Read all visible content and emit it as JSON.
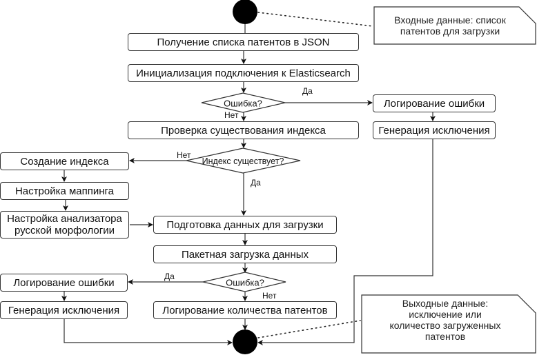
{
  "diagram": {
    "type": "activity-flowchart",
    "start_node": "start",
    "end_node": "end",
    "notes": {
      "input": "Входные данные: список патентов для загрузки",
      "input_lines": [
        "Входные данные: список",
        "патентов для загрузки"
      ],
      "output_lines": [
        "Выходные данные:",
        "исключение или",
        "количество загруженных",
        "патентов"
      ]
    },
    "actions": {
      "get_patents": "Получение списка патентов в JSON",
      "init_connection": "Инициализация подключения к Elasticsearch",
      "log_error_top": "Логирование ошибки",
      "raise_exception_top": "Генерация исключения",
      "check_index": "Проверка существования индекса",
      "create_index": "Создание индекса",
      "configure_mapping": "Настройка маппинга",
      "configure_analyzer_line1": "Настройка анализатора",
      "configure_analyzer_line2": "русской морфологии",
      "prepare_data": "Подготовка данных для загрузки",
      "bulk_upload": "Пакетная загрузка данных",
      "log_error_bottom": "Логирование ошибки",
      "raise_exception_bottom": "Генерация исключения",
      "log_count": "Логирование количества патентов"
    },
    "decisions": {
      "error_connect": "Ошибка?",
      "index_exists": "Индекс существует?",
      "error_upload": "Ошибка?"
    },
    "edge_labels": {
      "yes": "Да",
      "no": "Нет"
    },
    "edges": [
      {
        "from": "start",
        "to": "get_patents"
      },
      {
        "from": "get_patents",
        "to": "init_connection"
      },
      {
        "from": "init_connection",
        "to": "error_connect"
      },
      {
        "from": "error_connect",
        "to": "log_error_top",
        "label": "Да"
      },
      {
        "from": "error_connect",
        "to": "check_index",
        "label": "Нет"
      },
      {
        "from": "log_error_top",
        "to": "raise_exception_top"
      },
      {
        "from": "raise_exception_top",
        "to": "end"
      },
      {
        "from": "check_index",
        "to": "index_exists"
      },
      {
        "from": "index_exists",
        "to": "create_index",
        "label": "Нет"
      },
      {
        "from": "index_exists",
        "to": "prepare_data",
        "label": "Да"
      },
      {
        "from": "create_index",
        "to": "configure_mapping"
      },
      {
        "from": "configure_mapping",
        "to": "configure_analyzer"
      },
      {
        "from": "configure_analyzer",
        "to": "prepare_data"
      },
      {
        "from": "prepare_data",
        "to": "bulk_upload"
      },
      {
        "from": "bulk_upload",
        "to": "error_upload"
      },
      {
        "from": "error_upload",
        "to": "log_error_bottom",
        "label": "Да"
      },
      {
        "from": "error_upload",
        "to": "log_count",
        "label": "Нет"
      },
      {
        "from": "log_error_bottom",
        "to": "raise_exception_bottom"
      },
      {
        "from": "raise_exception_bottom",
        "to": "end"
      },
      {
        "from": "log_count",
        "to": "end"
      }
    ]
  }
}
